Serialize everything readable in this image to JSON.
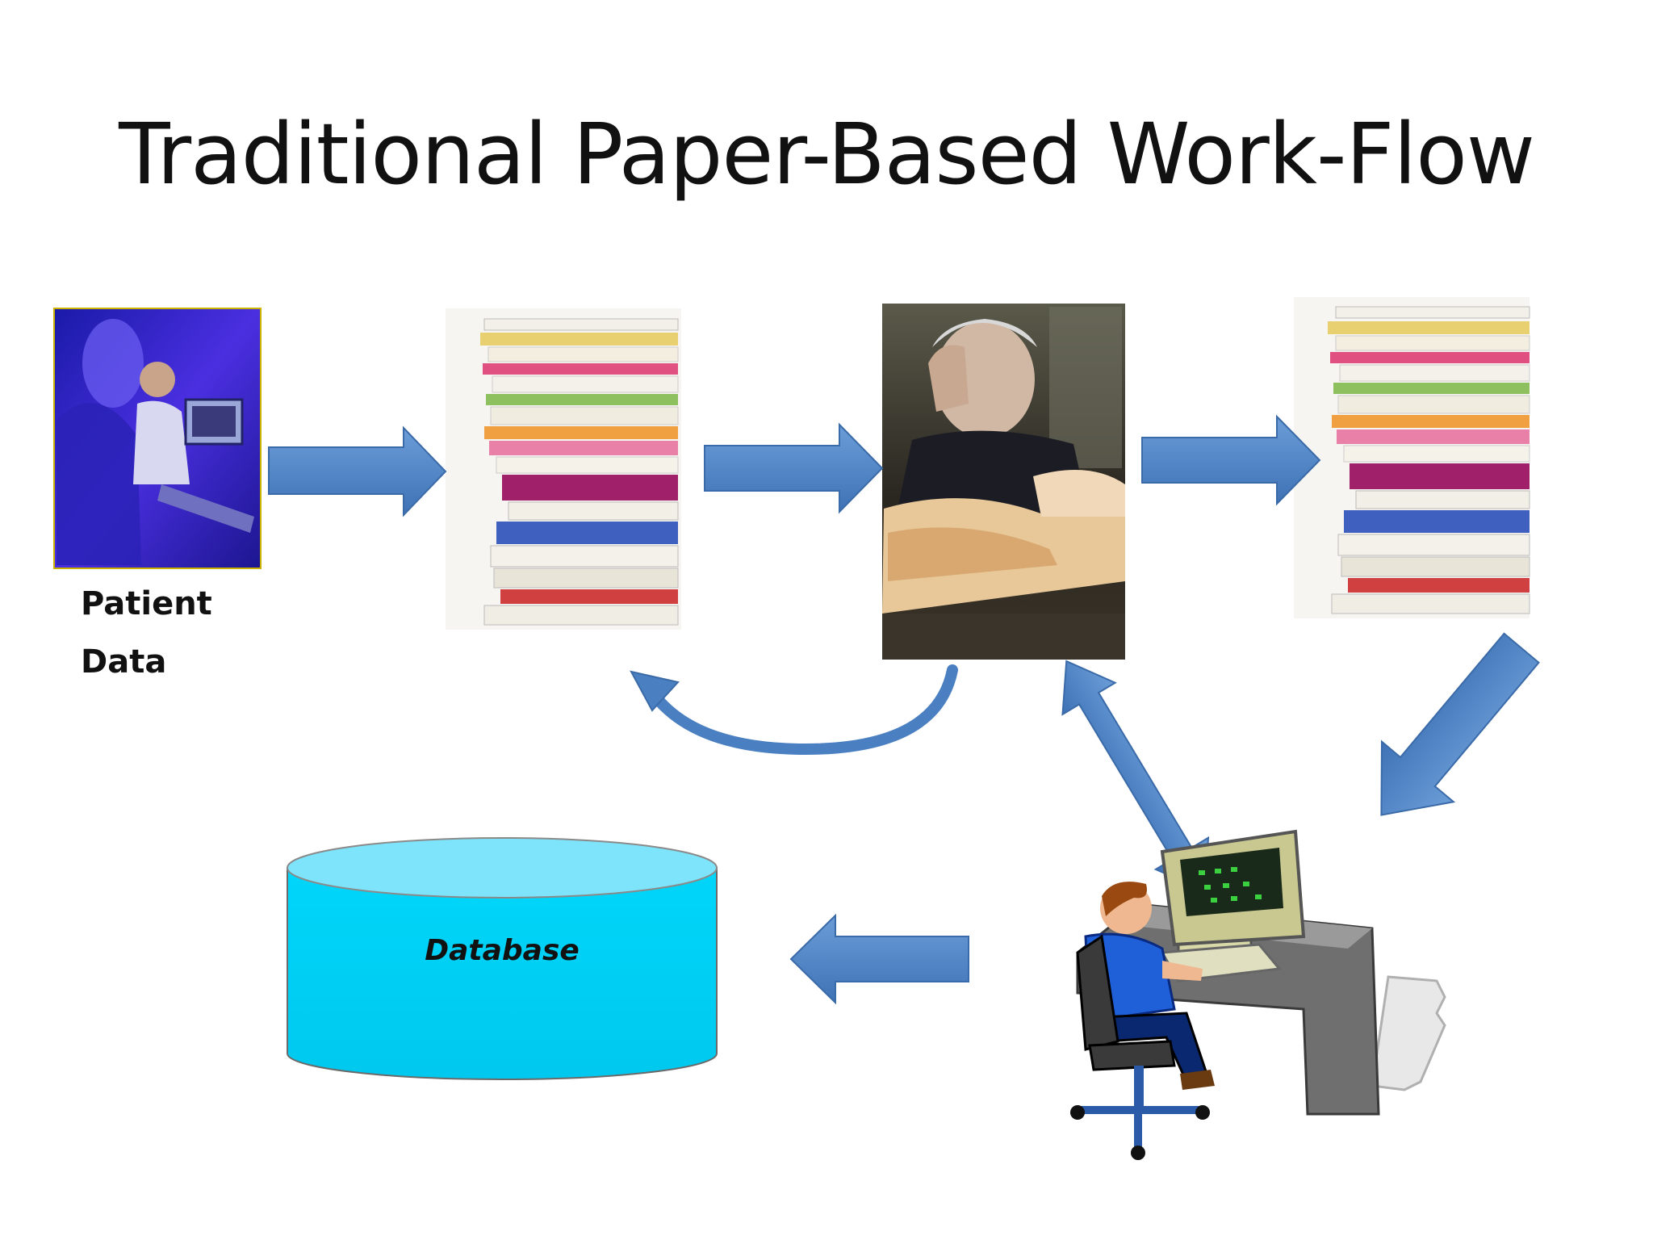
{
  "slide": {
    "title": "Traditional Paper-Based Work-Flow"
  },
  "labels": {
    "patient_line1": "Patient",
    "patient_line2": "Data",
    "database": "Database"
  },
  "colors": {
    "arrow_fill": "#4a7fc1",
    "arrow_highlight": "#6b9dd8",
    "database_top": "#7ee4fb",
    "database_body": "#00d2f7",
    "lab_photo_bg": "#3a2fd6",
    "desk_gray": "#6f6f6f",
    "person_shirt": "#1f5fd8"
  },
  "icons": [
    "lab-technician-photo",
    "paper-stack-photo",
    "overwhelmed-clerk-photo",
    "computer-operator-clipart",
    "database-cylinder"
  ]
}
